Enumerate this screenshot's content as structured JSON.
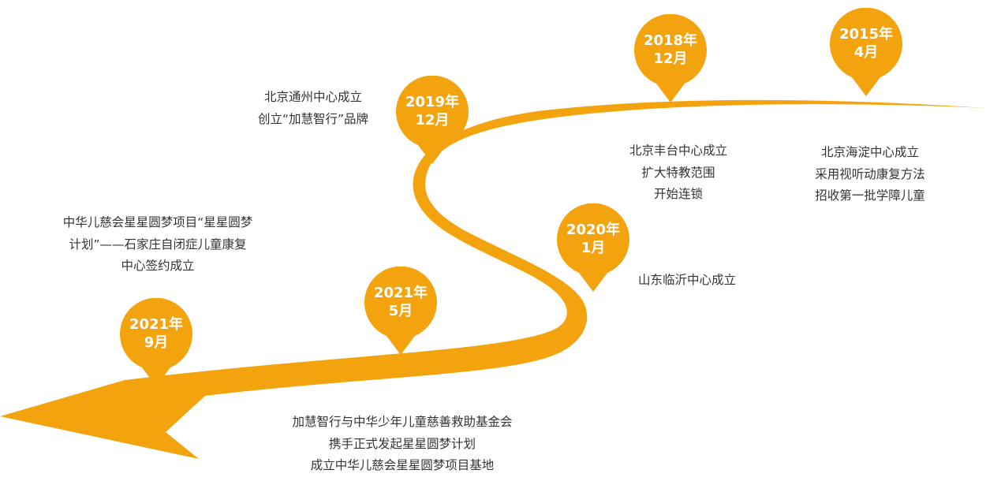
{
  "colors": {
    "road": "#F3A30D",
    "road_edge": "#E8960A",
    "pin": "#F3A30D",
    "text": "#333333",
    "pin_text": "#FFFFFF"
  },
  "milestones": [
    {
      "date_year": "2015年",
      "date_month": "4月",
      "lines": [
        "北京海淀中心成立",
        "采用视听动康复方法",
        "招收第一批学障儿童"
      ]
    },
    {
      "date_year": "2018年",
      "date_month": "12月",
      "lines": [
        "北京丰台中心成立",
        "扩大特教范围",
        "开始连锁"
      ]
    },
    {
      "date_year": "2019年",
      "date_month": "12月",
      "lines": [
        "北京通州中心成立",
        "创立“加慧智行”品牌"
      ]
    },
    {
      "date_year": "2020年",
      "date_month": "1月",
      "lines": [
        "山东临沂中心成立"
      ]
    },
    {
      "date_year": "2021年",
      "date_month": "5月",
      "lines": [
        "加慧智行与中华少年儿童慈善救助基金会",
        "携手正式发起星星圆梦计划",
        "成立中华儿慈会星星圆梦项目基地"
      ]
    },
    {
      "date_year": "2021年",
      "date_month": "9月",
      "lines": [
        "中华儿慈会星星圆梦项目“星星圆梦",
        "计划”——石家庄自闭症儿童康复",
        "中心签约成立"
      ]
    }
  ]
}
